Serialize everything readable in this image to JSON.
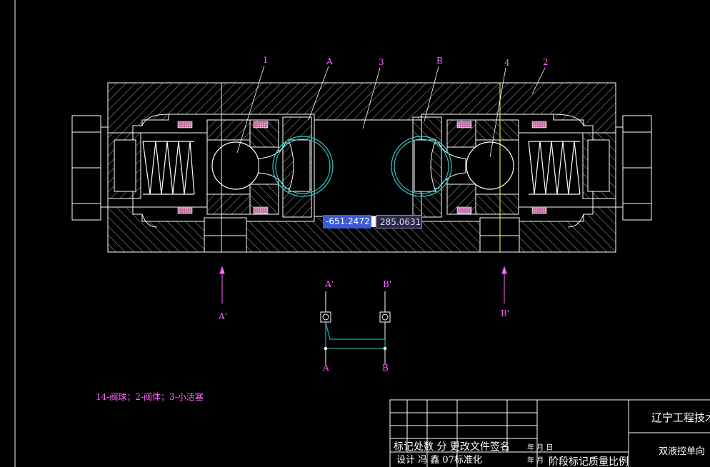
{
  "callouts": {
    "n1": "1",
    "nA": "A",
    "n3": "3",
    "nB": "B",
    "n4": "4",
    "n2": "2"
  },
  "section_marks": {
    "left": "A'",
    "right": "B'"
  },
  "schematic": {
    "top_left": "A'",
    "top_right": "B'",
    "bottom_left": "A",
    "bottom_right": "B"
  },
  "coordinates": {
    "x": "-651.2472",
    "y": "285.0631"
  },
  "parts_note": "14-阀球；2-阀体；3-小活塞",
  "title_block": {
    "school": "辽宁工程技术",
    "drawing_name": "双液控单向",
    "row1": "标记处数 分  更改文件签名",
    "row1_date": "年 月 日",
    "row2": "设计 冯 鑫  07标准化",
    "row2_date": "年 月",
    "row2_right": "阶段标记质量比例"
  },
  "colors": {
    "outline": "#ffffff",
    "label": "#ff66ff",
    "center": "#ffff66",
    "cyan": "#33cccc",
    "seal": "#d080b0"
  }
}
